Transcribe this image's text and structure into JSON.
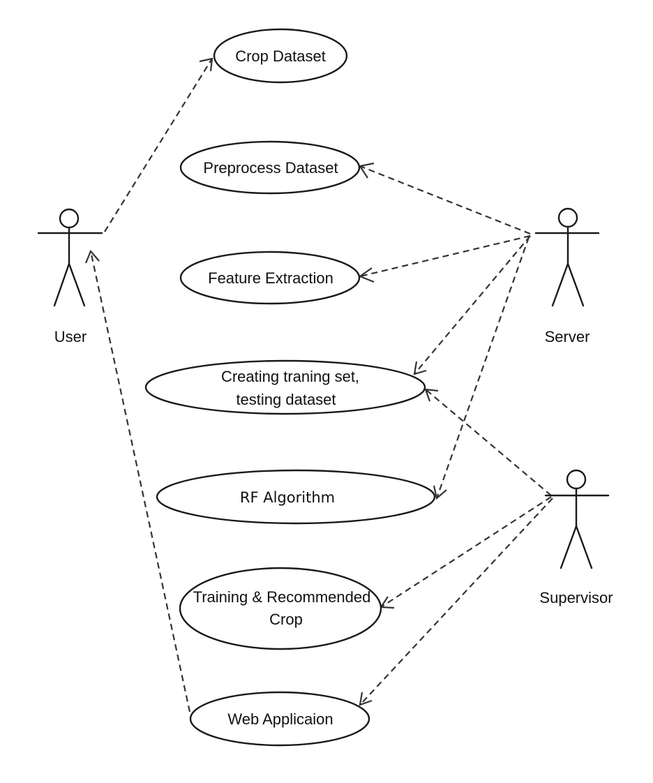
{
  "actors": {
    "user": "User",
    "server": "Server",
    "supervisor": "Supervisor"
  },
  "use_cases": {
    "crop_dataset": [
      "Crop Dataset"
    ],
    "preprocess_dataset": [
      "Preprocess Dataset"
    ],
    "feature_extraction": [
      "Feature Extraction"
    ],
    "creating_sets": [
      "Creating traning set,",
      "testing dataset"
    ],
    "rf_algorithm": [
      "RF Algorithm"
    ],
    "training_recommended": [
      "Training & Recommended",
      "Crop"
    ],
    "web_application": [
      "Web Applicaion"
    ]
  },
  "relationships": [
    {
      "from": "user",
      "to": "crop_dataset",
      "style": "dashed-arrow"
    },
    {
      "from": "web_application",
      "to": "user",
      "style": "dashed-arrow"
    },
    {
      "from": "server",
      "to": "preprocess_dataset",
      "style": "dashed-arrow"
    },
    {
      "from": "server",
      "to": "feature_extraction",
      "style": "dashed-arrow"
    },
    {
      "from": "server",
      "to": "creating_sets",
      "style": "dashed-arrow"
    },
    {
      "from": "server",
      "to": "rf_algorithm",
      "style": "dashed-arrow"
    },
    {
      "from": "supervisor",
      "to": "creating_sets",
      "style": "dashed-arrow"
    },
    {
      "from": "supervisor",
      "to": "training_recommended",
      "style": "dashed-arrow"
    },
    {
      "from": "supervisor",
      "to": "web_application",
      "style": "dashed-arrow"
    }
  ],
  "colors": {
    "stroke": "#1a1a1a",
    "background": "#ffffff"
  }
}
